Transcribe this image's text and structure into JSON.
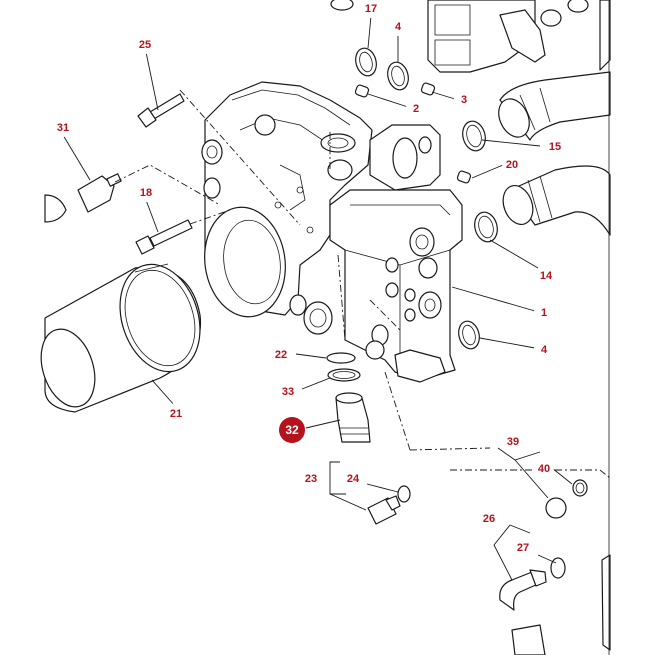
{
  "diagram": {
    "colors": {
      "callout": "#b5121b",
      "line": "#1a1a1a",
      "highlight": "#b5121b"
    },
    "callouts": [
      {
        "id": "c17",
        "label": "17",
        "highlight": false
      },
      {
        "id": "c4a",
        "label": "4",
        "highlight": false
      },
      {
        "id": "c25",
        "label": "25",
        "highlight": false
      },
      {
        "id": "c2",
        "label": "2",
        "highlight": false
      },
      {
        "id": "c3",
        "label": "3",
        "highlight": false
      },
      {
        "id": "c31",
        "label": "31",
        "highlight": false
      },
      {
        "id": "c15",
        "label": "15",
        "highlight": false
      },
      {
        "id": "c20",
        "label": "20",
        "highlight": false
      },
      {
        "id": "c18",
        "label": "18",
        "highlight": false
      },
      {
        "id": "c14",
        "label": "14",
        "highlight": false
      },
      {
        "id": "c1",
        "label": "1",
        "highlight": false
      },
      {
        "id": "c4b",
        "label": "4",
        "highlight": false
      },
      {
        "id": "c22",
        "label": "22",
        "highlight": false
      },
      {
        "id": "c33",
        "label": "33",
        "highlight": false
      },
      {
        "id": "c21",
        "label": "21",
        "highlight": false
      },
      {
        "id": "c32",
        "label": "32",
        "highlight": true
      },
      {
        "id": "c39",
        "label": "39",
        "highlight": false
      },
      {
        "id": "c40",
        "label": "40",
        "highlight": false
      },
      {
        "id": "c23",
        "label": "23",
        "highlight": false
      },
      {
        "id": "c24",
        "label": "24",
        "highlight": false
      },
      {
        "id": "c26",
        "label": "26",
        "highlight": false
      },
      {
        "id": "c27",
        "label": "27",
        "highlight": false
      }
    ]
  }
}
